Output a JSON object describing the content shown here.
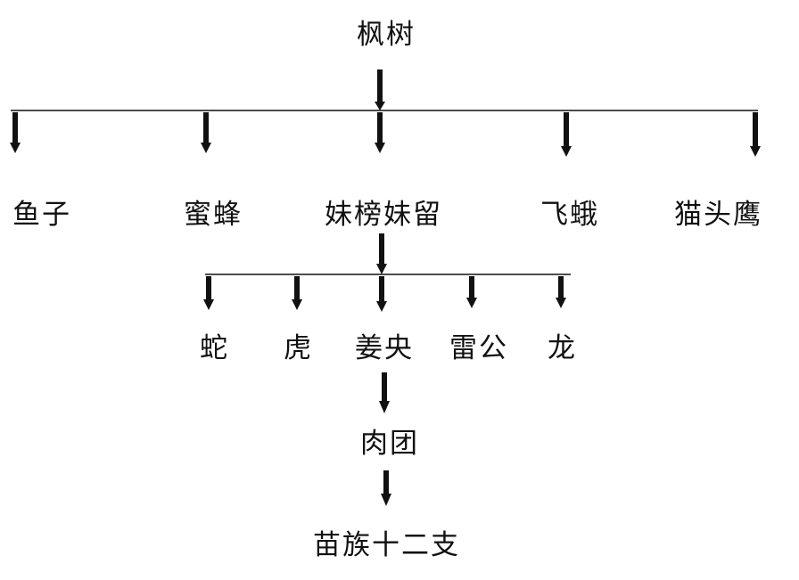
{
  "root": {
    "label": "枫树"
  },
  "children": [
    {
      "label": "鱼子"
    },
    {
      "label": "蜜蜂"
    },
    {
      "label": "妹榜妹留"
    },
    {
      "label": "飞蛾"
    },
    {
      "label": "猫头鹰"
    }
  ],
  "offspring": [
    {
      "label": "蛇"
    },
    {
      "label": "虎"
    },
    {
      "label": "姜央"
    },
    {
      "label": "雷公"
    },
    {
      "label": "龙"
    }
  ],
  "flesh": {
    "label": "肉团"
  },
  "result": {
    "label": "苗族十二支"
  },
  "colors": {
    "line": "#111111",
    "arrow": "#111111",
    "text": "#111111"
  }
}
